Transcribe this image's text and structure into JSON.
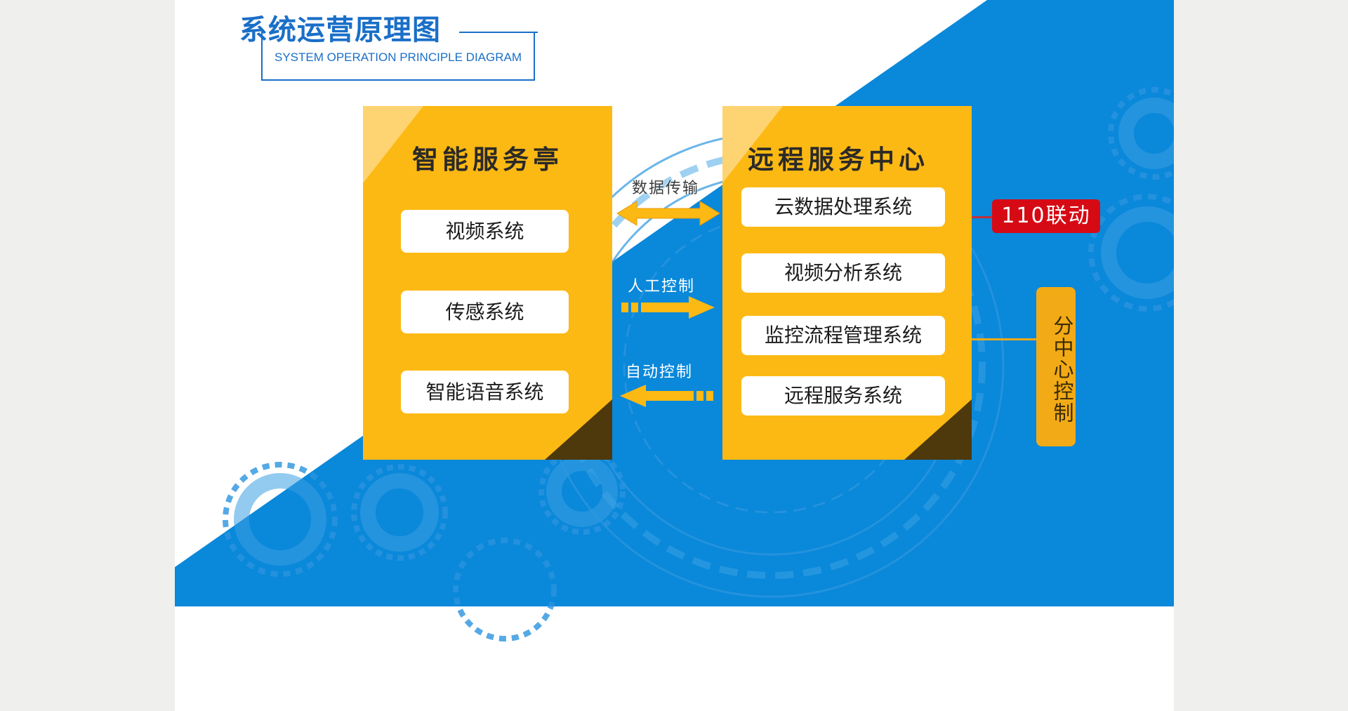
{
  "title": "系统运营原理图",
  "subtitle": "SYSTEM OPERATION PRINCIPLE DIAGRAM",
  "colors": {
    "blue": "#0a88da",
    "yellow": "#fdb913",
    "red": "#d60a15",
    "orange": "#f2aa16",
    "title_blue": "#1a6fc8"
  },
  "left_panel": {
    "title": "智能服务亭",
    "systems": [
      "视频系统",
      "传感系统",
      "智能语音系统"
    ]
  },
  "right_panel": {
    "title": "远程服务中心",
    "systems": [
      "云数据处理系统",
      "视频分析系统",
      "监控流程管理系统",
      "远程服务系统"
    ]
  },
  "arrows": {
    "data_transfer": "数据传输",
    "manual_control": "人工控制",
    "auto_control": "自动控制"
  },
  "link_110": "110联动",
  "sub_center": "分中心控制"
}
